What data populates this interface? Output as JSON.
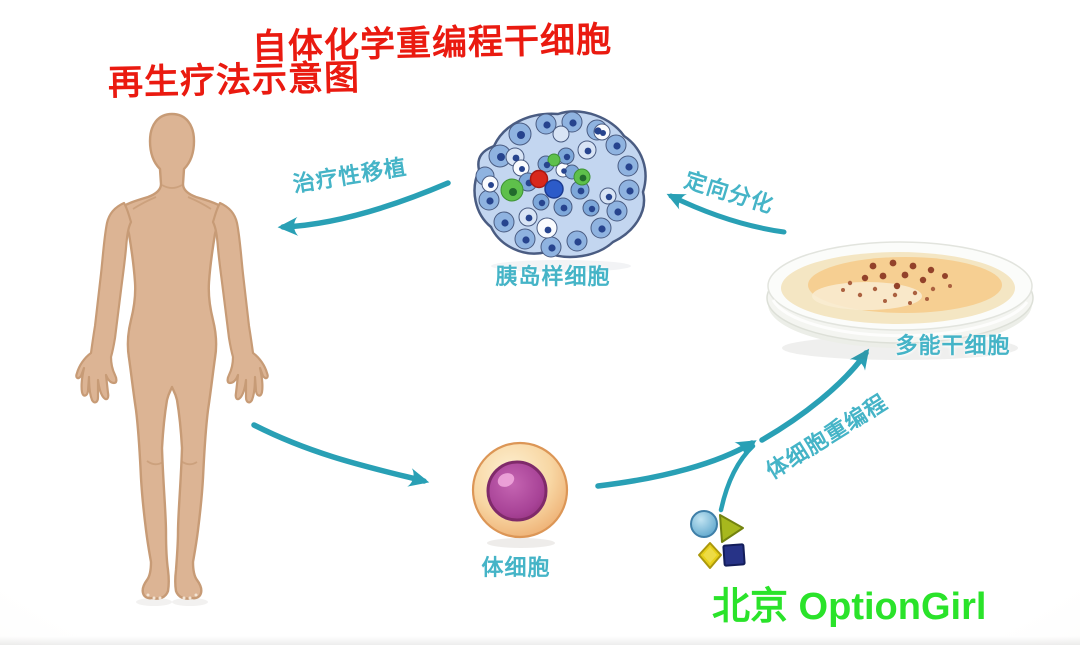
{
  "title": {
    "line1": "自体化学重编程干细胞",
    "line2": "再生疗法示意图"
  },
  "watermark": {
    "text": "北京 OptionGirl"
  },
  "nodes": {
    "human_body": {
      "label": "",
      "icon": "human-body-figure"
    },
    "islet_cells": {
      "label": "胰岛样细胞",
      "icon": "islet-cell-cluster"
    },
    "stem_cells": {
      "label": "多能干细胞",
      "icon": "petri-dish-with-colonies"
    },
    "somatic_cell": {
      "label": "体细胞",
      "icon": "round-cell-with-nucleus"
    },
    "small_molecules": {
      "label": "",
      "icon": "small-molecule-shapes",
      "shapes": [
        "light-blue-circle",
        "olive-green-triangle",
        "yellow-diamond",
        "navy-square"
      ]
    }
  },
  "arrows": {
    "transplant": {
      "label": "治疗性移植",
      "from": "islet_cells",
      "to": "human_body"
    },
    "differentiation": {
      "label": "定向分化",
      "from": "stem_cells",
      "to": "islet_cells"
    },
    "reprogramming": {
      "label": "体细胞重编程",
      "from": "somatic_cell",
      "to": "stem_cells"
    },
    "extraction": {
      "label": "",
      "from": "human_body",
      "to": "somatic_cell"
    },
    "molecule_join": {
      "label": "",
      "from": "small_molecules",
      "to": "reprogramming-path"
    }
  },
  "colors": {
    "title_red": "#ea1a10",
    "watermark_green": "#2ae32a",
    "arrow": "#29a0b5",
    "node_label": "#45b4c7",
    "skin": "#dcb494",
    "skin_outline": "#c79b76",
    "cell_blue": "#8fb3e0",
    "cell_green": "#5ec04b",
    "nucleus_navy": "#27448e",
    "dish_cream": "#f4e6c3",
    "dish_orange": "#f6cf92",
    "colony_brown": "#93422a",
    "somatic_outer": "#f3c894",
    "somatic_nucleus": "#a94596"
  }
}
